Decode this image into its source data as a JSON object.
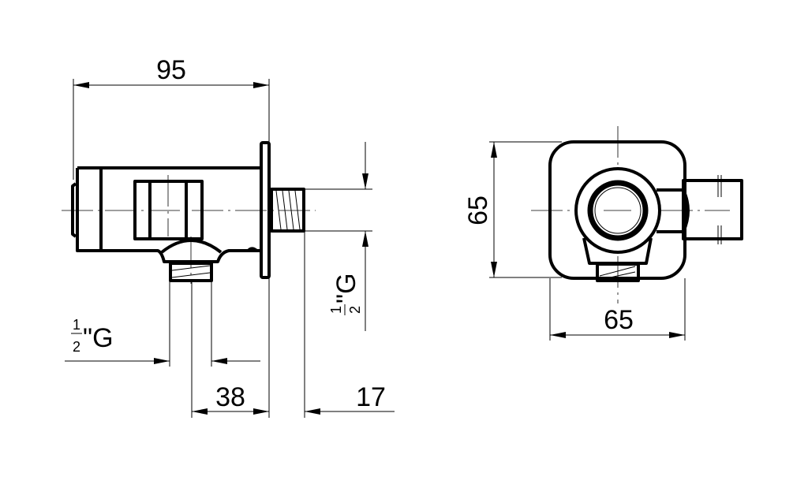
{
  "drawing": {
    "side_view": {
      "overall_length": "95",
      "outlet_to_wall": "38",
      "thread_length": "17",
      "bottom_thread": {
        "numerator": "1",
        "denominator": "2",
        "suffix": "\"G"
      },
      "side_thread": {
        "numerator": "1",
        "denominator": "2",
        "suffix": "\"G"
      }
    },
    "front_view": {
      "height": "65",
      "width": "65"
    }
  }
}
